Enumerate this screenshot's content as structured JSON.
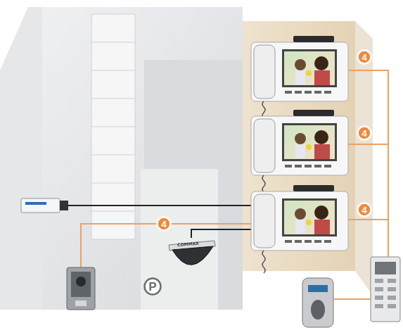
{
  "diagram": {
    "nodes": [
      {
        "text": [
          "4"
        ]
      },
      {
        "text": [
          "4"
        ]
      },
      {
        "text": [
          "4"
        ]
      },
      {
        "text": [
          "4"
        ]
      },
      {
        "text": [
          "P"
        ]
      }
    ],
    "labels": [
      "COMMAX"
    ]
  }
}
